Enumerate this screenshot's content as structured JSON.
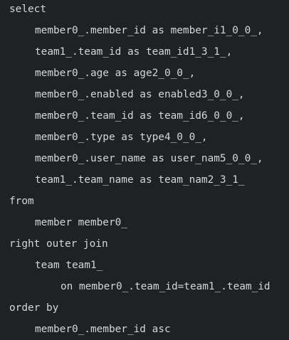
{
  "sql_output": {
    "lines": [
      {
        "text": "select",
        "indent": 0
      },
      {
        "text": "member0_.member_id as member_i1_0_0_,",
        "indent": 1
      },
      {
        "text": "team1_.team_id as team_id1_3_1_,",
        "indent": 1
      },
      {
        "text": "member0_.age as age2_0_0_,",
        "indent": 1
      },
      {
        "text": "member0_.enabled as enabled3_0_0_,",
        "indent": 1
      },
      {
        "text": "member0_.team_id as team_id6_0_0_,",
        "indent": 1
      },
      {
        "text": "member0_.type as type4_0_0_,",
        "indent": 1
      },
      {
        "text": "member0_.user_name as user_nam5_0_0_,",
        "indent": 1
      },
      {
        "text": "team1_.team_name as team_nam2_3_1_",
        "indent": 1
      },
      {
        "text": "from",
        "indent": 0
      },
      {
        "text": "member member0_",
        "indent": 1
      },
      {
        "text": "right outer join",
        "indent": 0
      },
      {
        "text": "team team1_",
        "indent": 1
      },
      {
        "text": "on member0_.team_id=team1_.team_id",
        "indent": 2
      },
      {
        "text": "order by",
        "indent": 0
      },
      {
        "text": "member0_.member_id asc",
        "indent": 1
      }
    ]
  },
  "colors": {
    "background": "#1f2125",
    "text": "#d4d6da"
  }
}
